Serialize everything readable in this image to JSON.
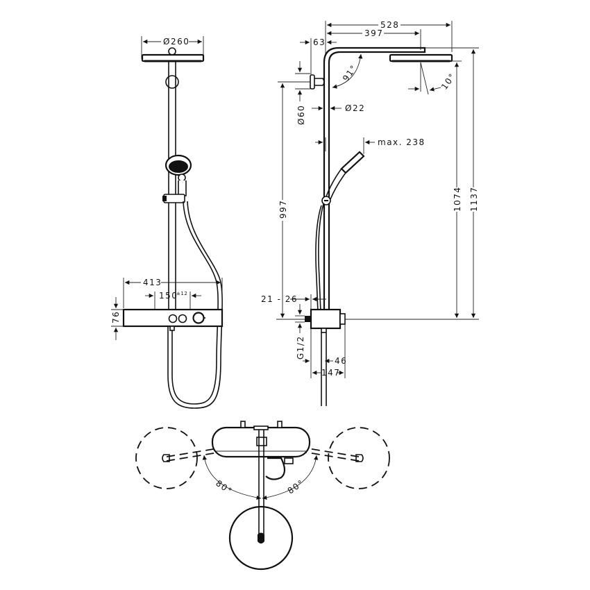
{
  "drawing": {
    "title": "Shower system technical drawing",
    "views": [
      "front-view",
      "side-view",
      "top-view"
    ],
    "dimensions": {
      "front": {
        "head_diameter": "Ø260",
        "thermostat_width": "413",
        "connection_spacing": "150",
        "connection_tolerance": "±12",
        "thermostat_height": "76"
      },
      "side": {
        "arm_length_total": "528",
        "arm_length_to_head": "397",
        "wall_offset": "63",
        "wall_rosette_diameter": "Ø60",
        "pipe_diameter": "Ø22",
        "arm_angle": "91°",
        "head_tilt": "10°",
        "handshower_projection": "max. 238",
        "rail_height": "997",
        "head_height": "1074",
        "total_height": "1137",
        "wall_gap": "21 - 26",
        "thread": "G1/2",
        "outlet_offset": "46",
        "thermostat_depth": "147"
      },
      "top": {
        "swivel_left": "80°",
        "swivel_right": "80°"
      }
    },
    "colors": {
      "line": "#111111",
      "background": "#ffffff"
    }
  }
}
